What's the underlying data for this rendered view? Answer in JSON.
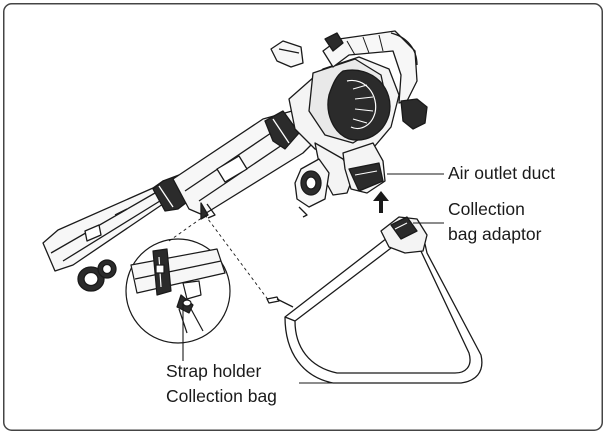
{
  "labels": {
    "air_outlet_duct": "Air outlet duct",
    "collection_bag_adaptor_line1": "Collection",
    "collection_bag_adaptor_line2": "bag adaptor",
    "strap_holder": "Strap holder",
    "collection_bag": "Collection bag"
  },
  "colors": {
    "ink": "#1a1a1a",
    "frame": "#444444",
    "fill_light": "#f4f4f4",
    "fill_dark": "#2b2b2b"
  }
}
